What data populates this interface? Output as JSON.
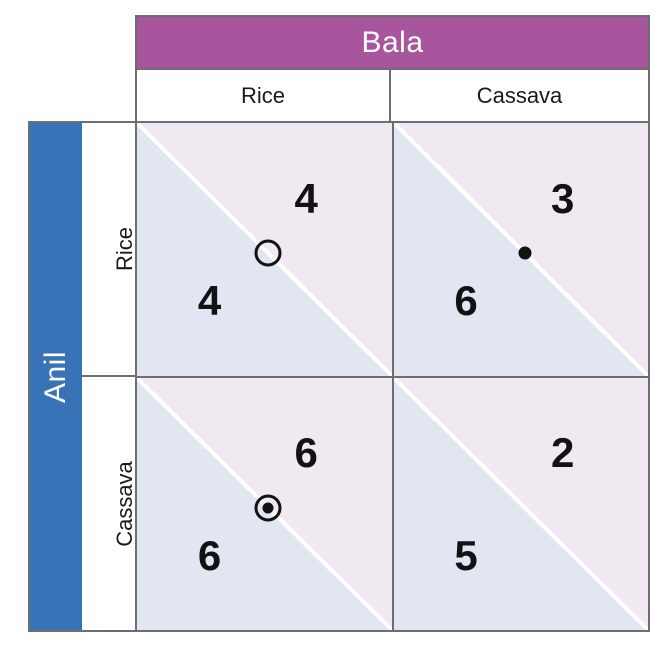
{
  "figure": {
    "type": "payoff-matrix",
    "column_player": "Bala",
    "row_player": "Anil",
    "column_strategies": [
      "Rice",
      "Cassava"
    ],
    "row_strategies": [
      "Rice",
      "Cassava"
    ],
    "payoff_convention": "lower-left triangle = row player (Anil) payoff, upper-right triangle = column player (Bala) payoff"
  },
  "cells": [
    {
      "row_strategy": "Rice",
      "col_strategy": "Rice",
      "col_payoff": "4",
      "row_payoff": "4",
      "marker": "open-circle"
    },
    {
      "row_strategy": "Rice",
      "col_strategy": "Cassava",
      "col_payoff": "3",
      "row_payoff": "6",
      "marker": "filled-dot"
    },
    {
      "row_strategy": "Cassava",
      "col_strategy": "Rice",
      "col_payoff": "6",
      "row_payoff": "6",
      "marker": "circled-dot"
    },
    {
      "row_strategy": "Cassava",
      "col_strategy": "Cassava",
      "col_payoff": "2",
      "row_payoff": "5",
      "marker": "none"
    }
  ],
  "colors": {
    "purple": "#a7569e",
    "blue": "#3873b8",
    "pink": "#f0e9f2",
    "lavender": "#e2e5f2",
    "border": "#6d6e71",
    "ink": "#121212"
  }
}
